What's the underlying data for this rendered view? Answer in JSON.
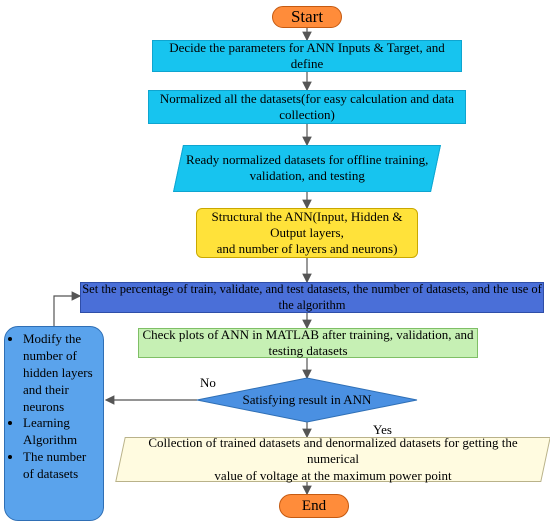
{
  "flow": {
    "start": "Start",
    "step1": "Decide the parameters for ANN Inputs & Target, and define",
    "step2": "Normalized all the datasets(for easy calculation and data collection)",
    "step3": [
      "Ready normalized datasets for offline training,",
      "validation, and testing"
    ],
    "step4": [
      "Structural the ANN(Input, Hidden & Output layers,",
      "and number of layers and neurons)"
    ],
    "step5": "Set the percentage of train, validate, and test datasets, the number of datasets, and the use of the algorithm",
    "step6": "Check plots of ANN in MATLAB after training, validation, and testing datasets",
    "decision": "Satisfying result in ANN",
    "label_no": "No",
    "label_yes": "Yes",
    "step7": [
      "Collection of trained datasets and denormalized datasets for getting the numerical",
      "value of voltage at the maximum power point"
    ],
    "end": "End"
  },
  "side_box": {
    "items": [
      "Modify the number of hidden layers and their neurons",
      "Learning Algorithm",
      "The number of datasets"
    ]
  },
  "colors": {
    "terminal": "#ff8c3a",
    "process_cyan": "#17c4ef",
    "structural": "#ffe23a",
    "settings": "#4a6fd8",
    "check": "#c6f0b4",
    "decision": "#4a90e2",
    "collection": "#fffbe0",
    "side_box": "#5aa3ec",
    "arrows": "#555555"
  }
}
